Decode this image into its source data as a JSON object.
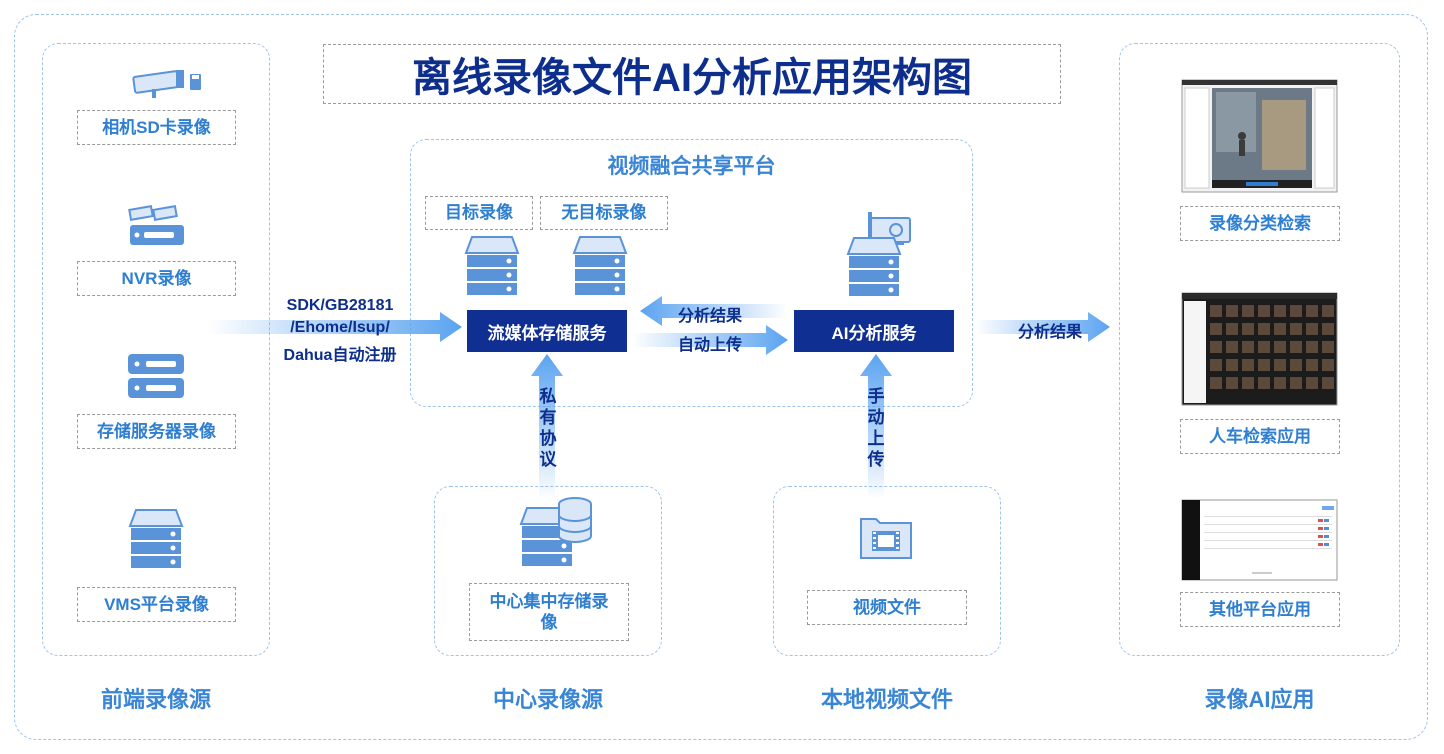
{
  "title": "离线录像文件AI分析应用架构图",
  "sections": {
    "front": "前端录像源",
    "center": "中心录像源",
    "local": "本地视频文件",
    "ai_app": "录像AI应用"
  },
  "front_items": [
    "相机SD卡录像",
    "NVR录像",
    "存储服务器录像",
    "VMS平台录像"
  ],
  "platform": {
    "title": "视频融合共享平台",
    "target_rec": "目标录像",
    "no_target_rec": "无目标录像",
    "stream_service": "流媒体存储服务",
    "ai_service": "AI分析服务"
  },
  "protocol_label": [
    "SDK/GB28181",
    "/Ehome/Isup/",
    "Dahua自动注册"
  ],
  "arrow_labels": {
    "result_back": "分析结果",
    "auto_upload": "自动上传",
    "result_out": "分析结果",
    "private_protocol": "私有协议",
    "manual_upload": "手动上传"
  },
  "center_item": "中心集中存储录像",
  "local_item": "视频文件",
  "app_items": [
    "录像分类检索",
    "人车检索应用",
    "其他平台应用"
  ],
  "colors": {
    "title": "#0d2e8c",
    "service_bg": "#0f2f93",
    "accent": "#3a86d4",
    "dashed_border": "#9ec3ea"
  }
}
